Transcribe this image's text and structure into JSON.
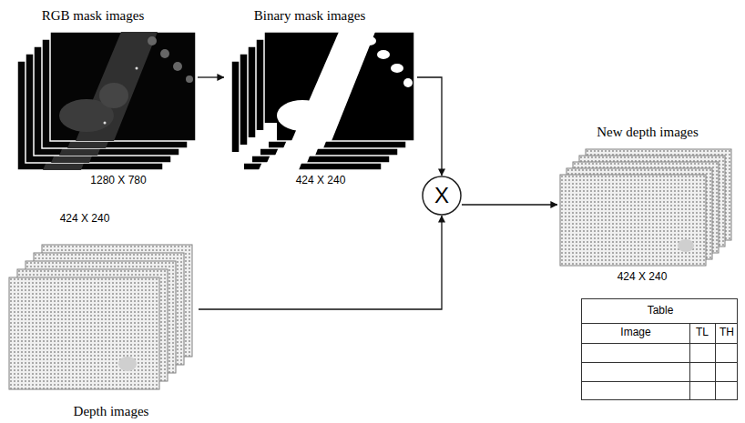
{
  "diagram": {
    "nodes": [
      {
        "text": [
          "RGB mask images",
          "1280 X 780"
        ]
      },
      {
        "text": [
          "Binary mask images",
          "424 X 240"
        ]
      },
      {
        "text": [
          "X"
        ]
      },
      {
        "text": [
          "New depth images",
          "424 X 240"
        ]
      },
      {
        "text": [
          "Table",
          "Image",
          "TL",
          "TH"
        ]
      },
      {
        "text": [
          "424 X 240",
          "Depth images"
        ]
      }
    ],
    "edges": [
      {
        "from": 0,
        "to": 1,
        "arrow": "to"
      },
      {
        "from": 1,
        "to": 2,
        "arrow": "to"
      },
      {
        "from": 5,
        "to": 2,
        "arrow": "to"
      },
      {
        "from": 2,
        "to": 3,
        "arrow": "to"
      }
    ]
  }
}
